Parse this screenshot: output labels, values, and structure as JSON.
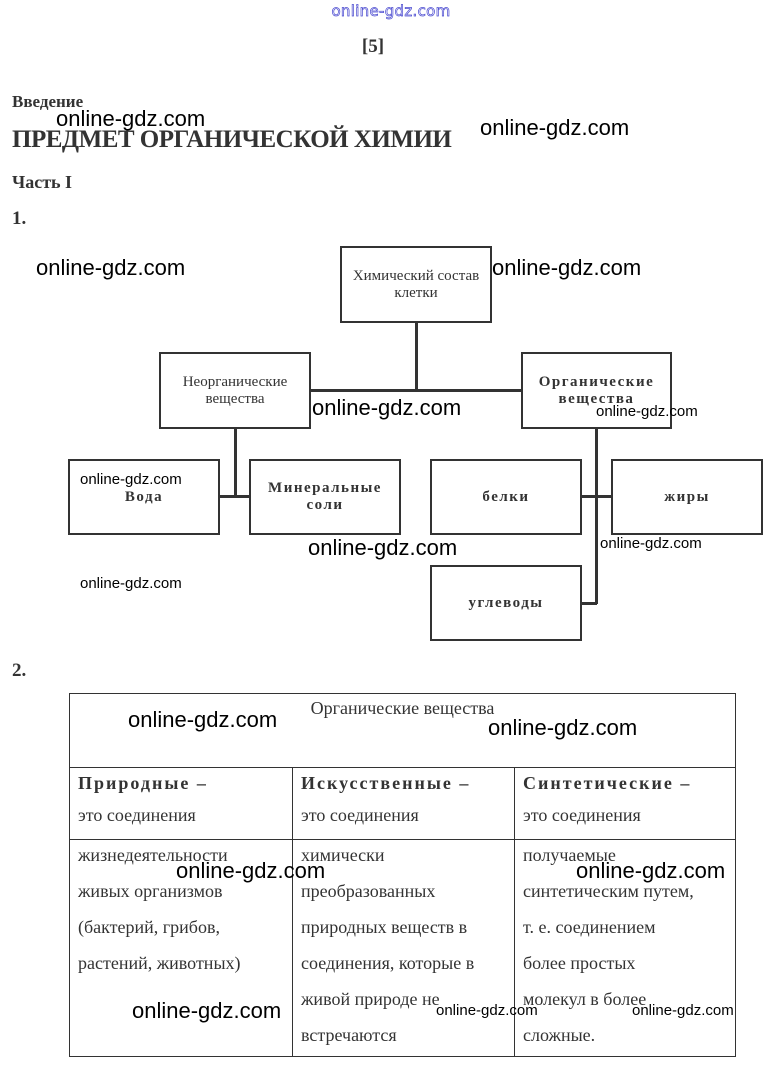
{
  "header": {
    "top_watermark": "online-gdz.com",
    "page_number": "[5]"
  },
  "section": {
    "intro": "Введение",
    "title": "ПРЕДМЕТ ОРГАНИЧЕСКОЙ ХИМИИ",
    "part": "Часть I"
  },
  "task1": {
    "number": "1.",
    "diagram": {
      "root": "Химический состав клетки",
      "inorganic": "Неорганические вещества",
      "organic": "Органические вещества",
      "water": "Вода",
      "minerals": "Минеральные соли",
      "proteins": "белки",
      "fats": "жиры",
      "carbs": "углеводы"
    }
  },
  "task2": {
    "number": "2.",
    "table": {
      "header": "Органические вещества",
      "columns": [
        {
          "title": "Природные –",
          "subtitle": "это соединения",
          "body": [
            "жизнедеятельности",
            "живых организмов",
            "(бактерий, грибов,",
            "растений, животных)"
          ]
        },
        {
          "title": "Искусственные –",
          "subtitle": "это соединения",
          "body": [
            "химически",
            "преобразованных",
            "природных веществ в",
            "соединения, которые в",
            "живой природе не",
            "встречаются"
          ]
        },
        {
          "title": "Синтетические –",
          "subtitle": "это соединения",
          "body": [
            "получаемые",
            "синтетическим путем,",
            "т. е. соединением",
            "более простых",
            "молекул в более",
            "сложные."
          ]
        }
      ]
    }
  },
  "watermark": "online-gdz.com"
}
